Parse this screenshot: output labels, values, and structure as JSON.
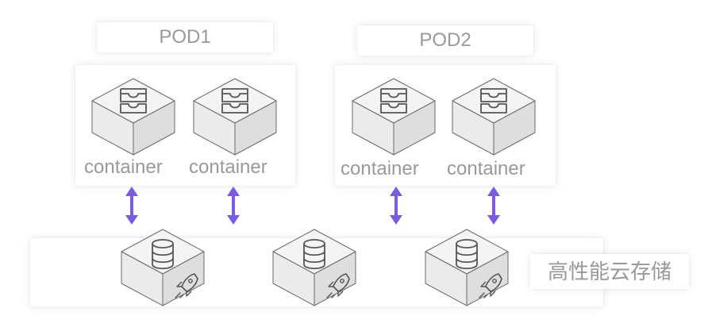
{
  "pods": [
    {
      "label": "POD1",
      "containers": [
        "container",
        "container"
      ]
    },
    {
      "label": "POD2",
      "containers": [
        "container",
        "container"
      ]
    }
  ],
  "storage": {
    "label": "高性能云存储",
    "node_count": 3
  },
  "icons": {
    "container_node": "container-stack-icon",
    "storage_node": "database-rocket-icon",
    "link": "double-arrow-icon"
  },
  "colors": {
    "arrow": "#7b5ce0",
    "cube_top": "#f4f4f4",
    "cube_left": "#ebebeb",
    "cube_right": "#dedede",
    "outline": "#6a6a6a",
    "label": "#999999"
  }
}
